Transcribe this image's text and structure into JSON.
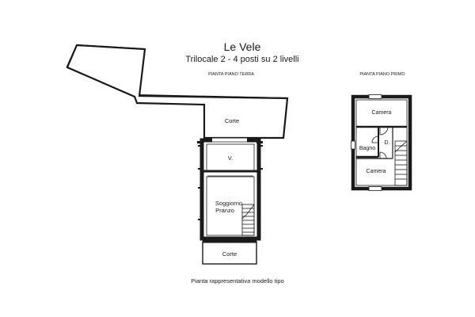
{
  "title": "Le Vele",
  "subtitle": "Trilocale 2 - 4 posti su 2 livelli",
  "ground_floor": {
    "heading": "PIANTA PIANO TERRA",
    "rooms": {
      "corte_top": "Corte",
      "vestibule": "V.",
      "living_line1": "Soggiorno",
      "living_line2": "Pranzo",
      "corte_bottom": "Corte"
    }
  },
  "first_floor": {
    "heading": "PIANTA PIANO PRIMO",
    "rooms": {
      "camera_top": "Camera",
      "bagno": "Bagno",
      "disimpegno": "D.",
      "camera_bottom": "Camera"
    }
  },
  "caption": "Pianta rappresentativa modello tipo",
  "colors": {
    "wall": "#1a1a1a",
    "background": "#ffffff"
  }
}
